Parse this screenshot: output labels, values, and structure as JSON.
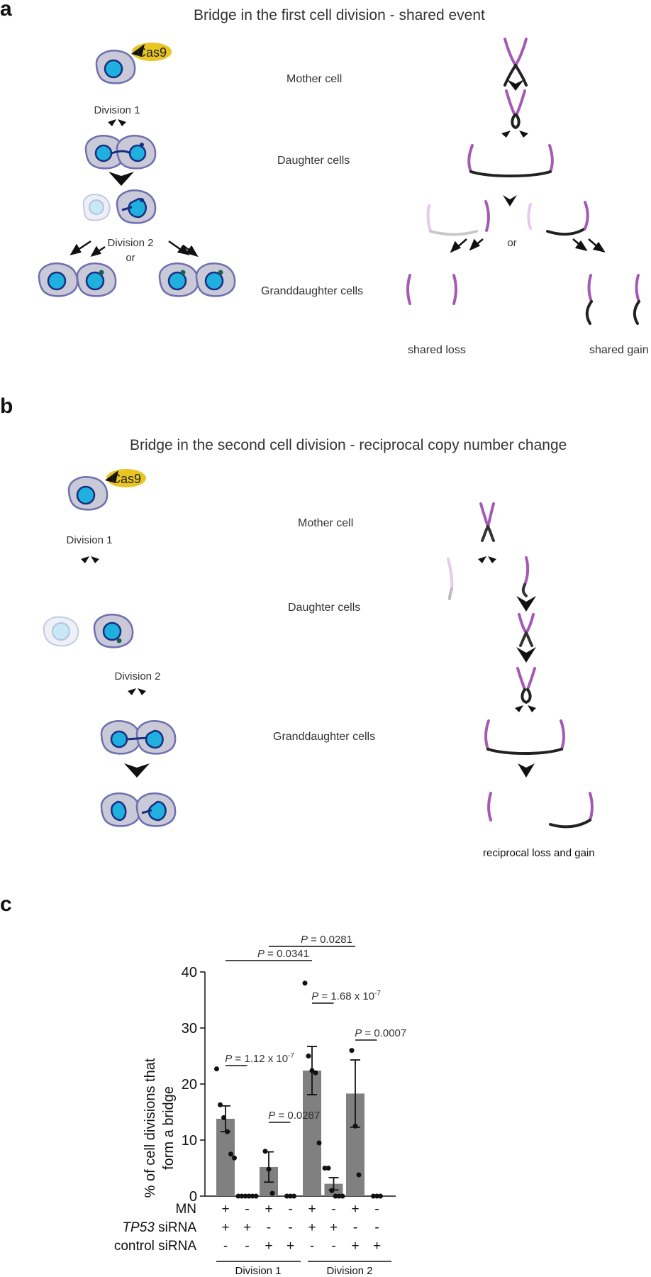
{
  "panel_a": {
    "letter": "a",
    "title": "Bridge in the first cell division - shared event",
    "cas9": "Cas9",
    "division1": "Division 1",
    "division2": "Division 2",
    "or_left": "or",
    "or_right": "or",
    "mother": "Mother cell",
    "daughters": "Daughter cells",
    "granddaughters": "Granddaughter cells",
    "shared_loss": "shared loss",
    "shared_gain": "shared gain"
  },
  "panel_b": {
    "letter": "b",
    "title": "Bridge in the second cell division - reciprocal copy number change",
    "cas9": "Cas9",
    "division1": "Division 1",
    "division2": "Division 2",
    "mother": "Mother cell",
    "daughters": "Daughter cells",
    "granddaughters": "Granddaughter cells",
    "reciprocal": "reciprocal loss and gain"
  },
  "panel_c": {
    "letter": "c",
    "row_labels": {
      "mn": "MN",
      "tp53_italic": "TP53",
      "tp53_rest": " siRNA",
      "control": "control siRNA"
    },
    "group_labels": [
      "Division 1",
      "Division 2"
    ],
    "signs": {
      "mn": [
        "+",
        "-",
        "+",
        "-",
        "+",
        "-",
        "+",
        "-"
      ],
      "tp53": [
        "+",
        "+",
        "-",
        "-",
        "+",
        "+",
        "-",
        "-"
      ],
      "control": [
        "-",
        "-",
        "+",
        "+",
        "-",
        "-",
        "+",
        "+"
      ]
    },
    "pvalues": [
      {
        "text": "= 1.12 x 10",
        "sup": "-7"
      },
      {
        "text": "= 0.0287",
        "sup": ""
      },
      {
        "text": "= 0.0341",
        "sup": ""
      },
      {
        "text": "= 0.0281",
        "sup": ""
      },
      {
        "text": "= 1.68 x 10",
        "sup": "-7"
      },
      {
        "text": "= 0.0007",
        "sup": ""
      }
    ]
  },
  "chart_data": {
    "type": "bar",
    "ylabel": [
      "% of cell divisions that",
      "form a bridge"
    ],
    "ylim": [
      0,
      40
    ],
    "yticks": [
      0,
      10,
      20,
      30,
      40
    ],
    "categories": [
      "Division 1: MN+ TP53 siRNA",
      "Division 1: MN- TP53 siRNA",
      "Division 1: MN+ control siRNA",
      "Division 1: MN- control siRNA",
      "Division 2: MN+ TP53 siRNA",
      "Division 2: MN- TP53 siRNA",
      "Division 2: MN+ control siRNA",
      "Division 2: MN- control siRNA"
    ],
    "values": [
      13.8,
      0,
      5.2,
      0,
      22.4,
      2.2,
      18.3,
      0
    ],
    "errors": [
      2.3,
      0,
      2.7,
      0,
      4.3,
      1.1,
      6.0,
      0
    ],
    "points": [
      [
        22.7,
        16.3,
        14.0,
        11.5,
        7.5,
        6.8
      ],
      [
        0,
        0,
        0,
        0,
        0,
        0
      ],
      [
        8.0,
        4.8,
        0.5
      ],
      [
        0,
        0,
        0
      ],
      [
        38.0,
        25.0,
        22.4,
        22.0,
        9.5
      ],
      [
        5.0,
        5.0,
        1.0,
        0,
        0,
        0
      ],
      [
        26.0,
        12.5,
        3.8
      ],
      [
        0,
        0,
        0
      ]
    ],
    "comparisons": [
      {
        "bars": [
          0,
          1
        ],
        "p": "1.12 x 10^-7"
      },
      {
        "bars": [
          2,
          3
        ],
        "p": "0.0287"
      },
      {
        "bars": [
          0,
          4
        ],
        "p": "0.0341"
      },
      {
        "bars": [
          2,
          6
        ],
        "p": "0.0281"
      },
      {
        "bars": [
          4,
          5
        ],
        "p": "1.68 x 10^-7"
      },
      {
        "bars": [
          6,
          7
        ],
        "p": "0.0007"
      }
    ]
  }
}
